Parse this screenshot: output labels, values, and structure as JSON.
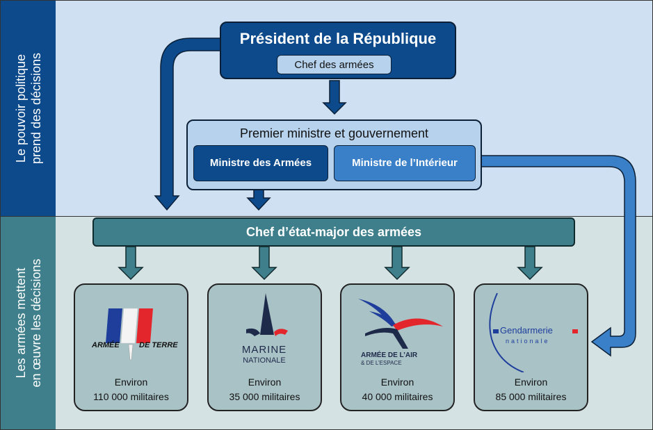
{
  "sidebar": {
    "top_line1": "Le pouvoir politique",
    "top_line2": "prend des décisions",
    "bottom_line1": "Les armées mettent",
    "bottom_line2": "en œuvre les décisions"
  },
  "president": {
    "title": "Président de la République",
    "subtitle": "Chef des armées"
  },
  "gouvernement": {
    "title": "Premier ministre et gouvernement",
    "ministre_armees": "Ministre des Armées",
    "ministre_interieur": "Ministre de l’Intérieur"
  },
  "cema": {
    "title": "Chef d’état-major des armées"
  },
  "forces": [
    {
      "logo_line1": "ARMÉE",
      "logo_line2": "DE TERRE",
      "caption_line1": "Environ",
      "caption_line2": "110 000 militaires"
    },
    {
      "logo_line1": "MARINE",
      "logo_line2": "NATIONALE",
      "caption_line1": "Environ",
      "caption_line2": "35 000 militaires"
    },
    {
      "logo_line1": "ARMÉE DE L’AIR",
      "logo_line2": "& DE L’ESPACE",
      "caption_line1": "Environ",
      "caption_line2": "40 000 militaires"
    },
    {
      "logo_line1": "Gendarmerie",
      "logo_line2": "nationale",
      "caption_line1": "Environ",
      "caption_line2": "85 000 militaires"
    }
  ],
  "colors": {
    "navy": "#0c4a8c",
    "light_blue": "#b6d2ec",
    "mid_blue": "#3a80c8",
    "teal": "#3e7f8b",
    "top_band": "#cfe0f2",
    "bottom_band": "#d5e2e3",
    "card": "#a9c2c6",
    "flag_blue": "#1f3e9c",
    "flag_red": "#e2262b"
  }
}
